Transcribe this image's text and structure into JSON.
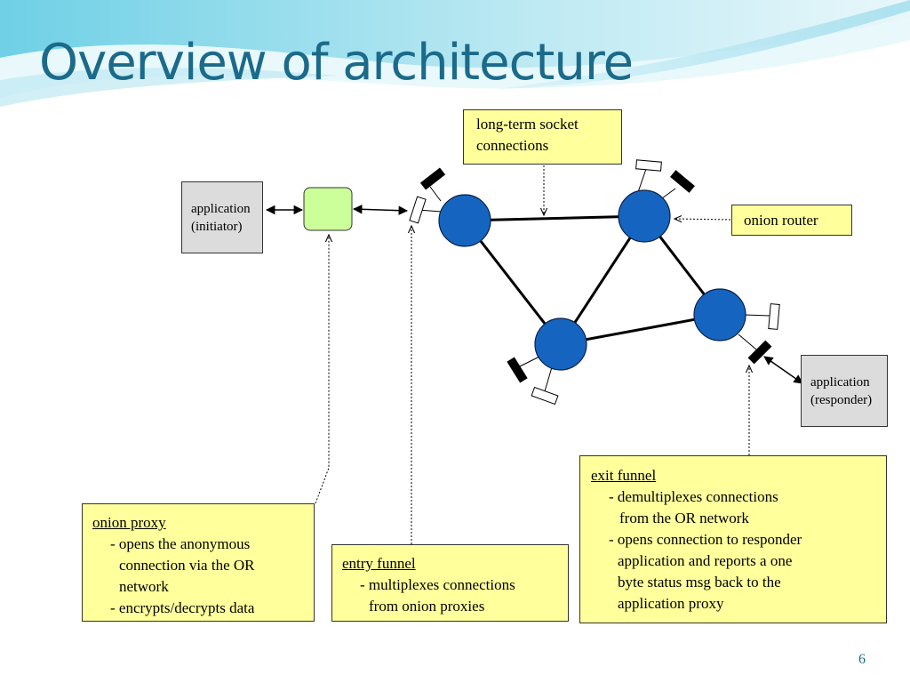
{
  "slide": {
    "title": "Overview of architecture",
    "page_number": "6"
  },
  "labels": {
    "long_term": [
      "long-term socket",
      "connections"
    ],
    "onion_router": "onion router",
    "app_initiator": [
      "application",
      "(initiator)"
    ],
    "app_responder": [
      "application",
      "(responder)"
    ]
  },
  "callouts": {
    "onion_proxy": {
      "heading": "onion proxy",
      "lines": [
        "- opens the anonymous",
        "connection via the OR",
        "network",
        "- encrypts/decrypts data"
      ]
    },
    "entry_funnel": {
      "heading": "entry funnel",
      "lines": [
        "- multiplexes connections",
        "from onion proxies"
      ]
    },
    "exit_funnel": {
      "heading": "exit funnel",
      "lines": [
        "- demultiplexes connections",
        "from the OR network",
        "- opens connection to responder",
        "application and reports a one",
        "byte status msg back to the",
        "application proxy"
      ]
    }
  },
  "colors": {
    "title": "#1b6a8a",
    "router_node": "#1565c0",
    "proxy_node": "#ccff99",
    "callout_fill": "#ffff9c",
    "app_fill": "#dcdcdc"
  }
}
